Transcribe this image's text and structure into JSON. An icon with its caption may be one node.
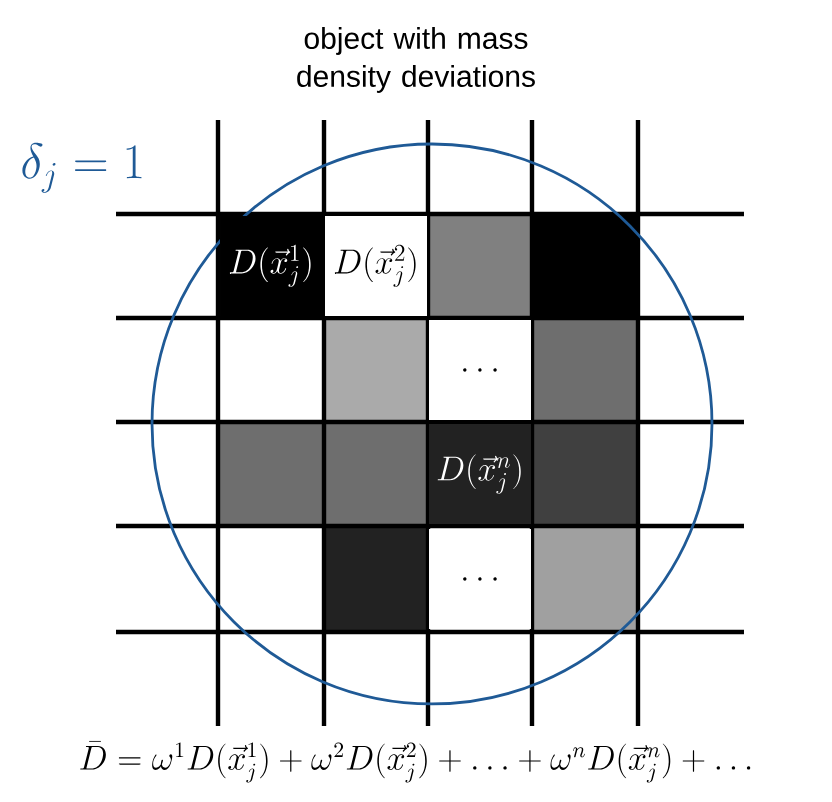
{
  "diagram": {
    "title": "object with mass density deviations",
    "nodes": [
      {
        "text": [
          "D(\\vec{x}_j^1)"
        ]
      },
      {
        "text": [
          "D(\\vec{x}_j^2)"
        ]
      },
      {
        "text": [
          "\\dots"
        ]
      },
      {
        "text": [
          "D(\\vec{x}_j^n)"
        ]
      },
      {
        "text": [
          "\\dots"
        ]
      }
    ],
    "labels": [
      "\\delta_j = 1",
      "\\bar{D} = \\omega^1 D(\\vec{x}_j^1) + \\omega^2 D(\\vec{x}_j^2) + \\ldots + \\omega^n D(\\vec{x}_j^n) + \\ldots"
    ]
  }
}
